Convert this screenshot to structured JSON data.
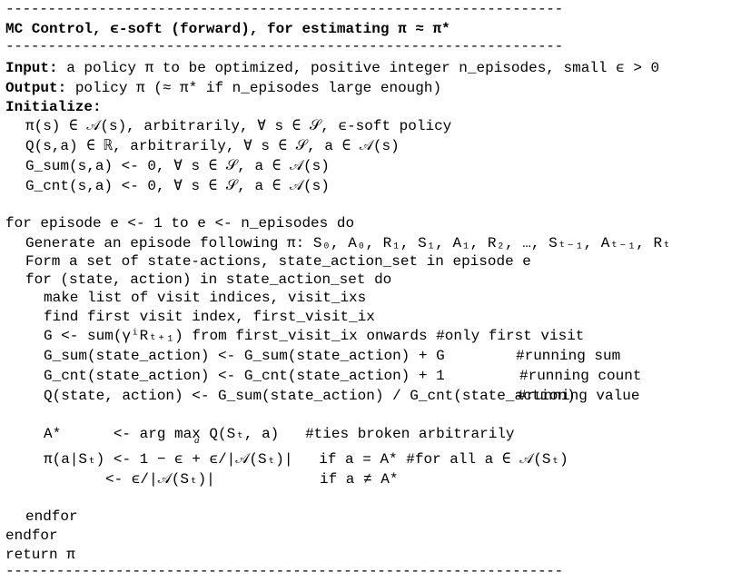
{
  "rule": "------------------------------------------------------------------",
  "title": "MC Control, ϵ-soft (forward), for estimating π ≈ π*",
  "input_label": "Input:",
  "input_text": " a policy π to be optimized, positive integer n_episodes, small ϵ > 0",
  "output_label": "Output:",
  "output_text": " policy π (≈ π* if n_episodes large enough)",
  "init_label": "Initialize:",
  "init": [
    "π(s) ∈ 𝒜(s), arbitrarily, ∀ s ∈ 𝒮, ϵ-soft policy",
    "Q(s,a) ∈ ℝ, arbitrarily, ∀ s ∈ 𝒮, a ∈ 𝒜(s)",
    "G_sum(s,a) <- 0, ∀ s ∈ 𝒮, a ∈ 𝒜(s)",
    "G_cnt(s,a) <- 0, ∀ s ∈ 𝒮, a ∈ 𝒜(s)"
  ],
  "loop": "for episode e <- 1 to e <- n_episodes do",
  "gen": "Generate an episode following π: S₀, A₀, R₁, S₁, A₁, R₂, …, Sₜ₋₁, Aₜ₋₁, Rₜ",
  "form": "Form a set of state-actions, state_action_set in episode e",
  "for_sa": "for (state, action) in state_action_set do",
  "make": "make list of visit indices, visit_ixs",
  "find": "find first visit index, first_visit_ix",
  "g_line": "G <- sum(γⁱRₜ₊₁) from first_visit_ix onwards #only first visit",
  "gsum_lhs": "G_sum(state_action) <- G_sum(state_action) + G",
  "gsum_cmt": "#running sum",
  "gcnt_lhs": "G_cnt(state_action) <- G_cnt(state_action) + 1",
  "gcnt_cmt": "#running count",
  "q_lhs": "Q(state, action) <- G_sum(state_action) / G_cnt(state_action)",
  "q_cmt": "#running value",
  "astar": "A*      <- arg max Q(Sₜ, a)   #ties broken arbitrarily",
  "astar_sub": "a",
  "pi1": "π(a|Sₜ) <- 1 − ϵ + ϵ/|𝒜(Sₜ)|   if a = A* #for all a ∈ 𝒜(Sₜ)",
  "pi2": "<- ϵ/|𝒜(Sₜ)|            if a ≠ A*",
  "endfor_inner": "endfor",
  "endfor_outer": "endfor",
  "ret": "return π"
}
